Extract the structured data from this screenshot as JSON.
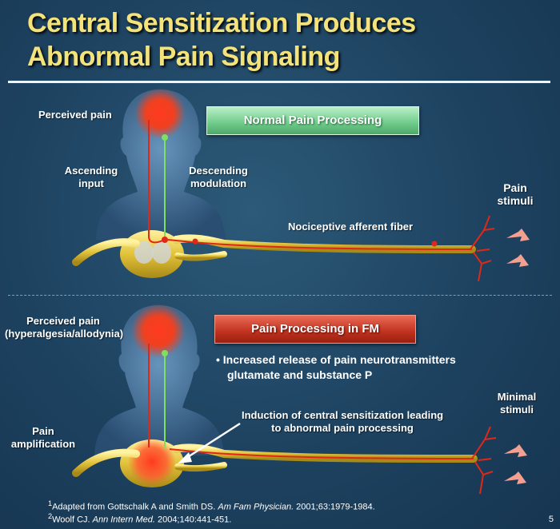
{
  "title": {
    "line1": "Central Sensitization Produces",
    "line2": "Abnormal Pain Signaling"
  },
  "top_panel": {
    "box_label": "Normal Pain Processing",
    "perceived_pain": "Perceived pain",
    "ascending_1": "Ascending",
    "ascending_2": "input",
    "descending_1": "Descending",
    "descending_2": "modulation",
    "fiber_label": "Nociceptive afferent fiber",
    "stimuli_1": "Pain",
    "stimuli_2": "stimuli"
  },
  "bottom_panel": {
    "box_label": "Pain Processing in FM",
    "perceived_pain_1": "Perceived pain",
    "perceived_pain_2": "(hyperalgesia/allodynia)",
    "bullet_line1": "• Increased release of pain neurotransmitters",
    "bullet_line2": "glutamate and substance P",
    "induction_1": "Induction of central sensitization leading",
    "induction_2": "to abnormal pain processing",
    "amplification_1": "Pain",
    "amplification_2": "amplification",
    "stimuli_1": "Minimal",
    "stimuli_2": "stimuli"
  },
  "references": {
    "ref1_sup": "1",
    "ref1_text": "Adapted from Gottschalk A and Smith DS. ",
    "ref1_journal": "Am Fam Physician.",
    "ref1_rest": " 2001;63:1979-1984.",
    "ref2_sup": "2",
    "ref2_text": "Woolf CJ. ",
    "ref2_journal": "Ann Intern Med.",
    "ref2_rest": " 2004;140:441-451."
  },
  "page_number": "5",
  "colors": {
    "title": "#f4e27a",
    "background": "#1d4260",
    "fiber": "#e2c23a",
    "signal_red": "#e02818",
    "descending_green": "#7de060",
    "normal_box": "#6fcb8a",
    "fm_box": "#c0311e",
    "stimulus_arrow": "#f4a090"
  }
}
